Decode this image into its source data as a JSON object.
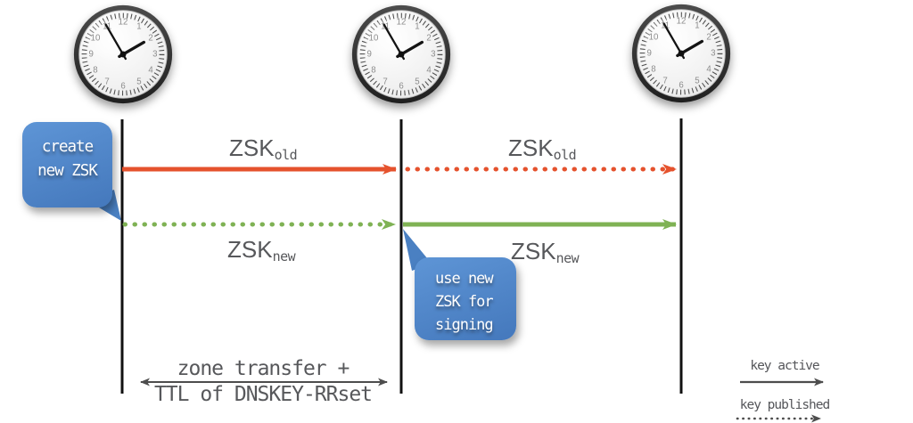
{
  "colors": {
    "arrow_red": "#e5522d",
    "arrow_green": "#7fb254",
    "bubble_blue": "#4a80c2",
    "timeline_black": "#111111",
    "text_gray": "#57585b",
    "legend_arrow_gray": "#4d4d4d"
  },
  "clock": {
    "numerals": [
      "12",
      "1",
      "2",
      "3",
      "4",
      "5",
      "6",
      "7",
      "8",
      "9",
      "10",
      "11"
    ]
  },
  "labels": {
    "zsk": "ZSK",
    "old": "old",
    "new": "new"
  },
  "bubble_create": {
    "line1": "create",
    "line2": "new ZSK"
  },
  "bubble_use": {
    "line1": "use new",
    "line2": "ZSK for",
    "line3": "signing"
  },
  "annotation": {
    "line1": "zone transfer +",
    "line2": "TTL of DNSKEY-RRset"
  },
  "legend": {
    "active_label": "key active",
    "published_label": "key published"
  }
}
